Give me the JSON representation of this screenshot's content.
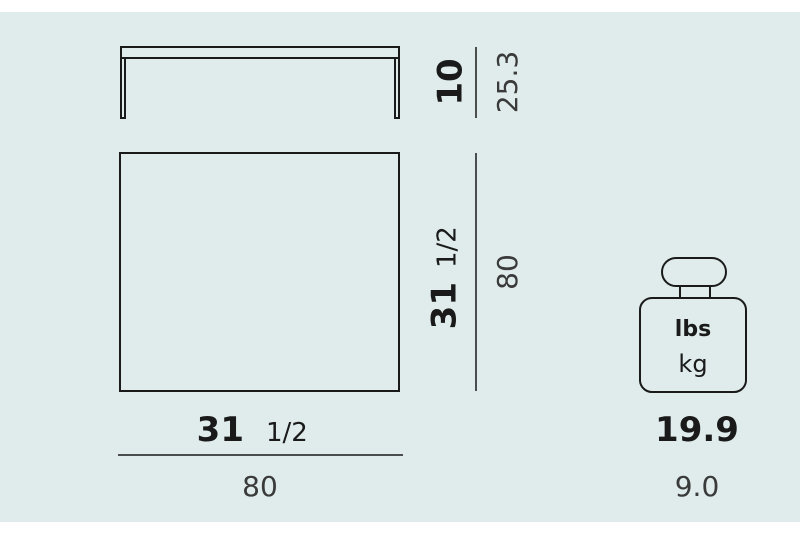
{
  "colors": {
    "background": "#dfeceb",
    "stroke": "#1a1a1a"
  },
  "side_view": {
    "height_in": "10",
    "height_cm": "25.3"
  },
  "top_view": {
    "depth_in": "31",
    "depth_in_frac": "1/2",
    "depth_cm": "80",
    "width_in": "31",
    "width_in_frac": "1/2",
    "width_cm": "80"
  },
  "weight": {
    "icon": "weight-icon",
    "unit_primary": "lbs",
    "unit_secondary": "kg",
    "value_lbs": "19.9",
    "value_kg": "9.0"
  }
}
